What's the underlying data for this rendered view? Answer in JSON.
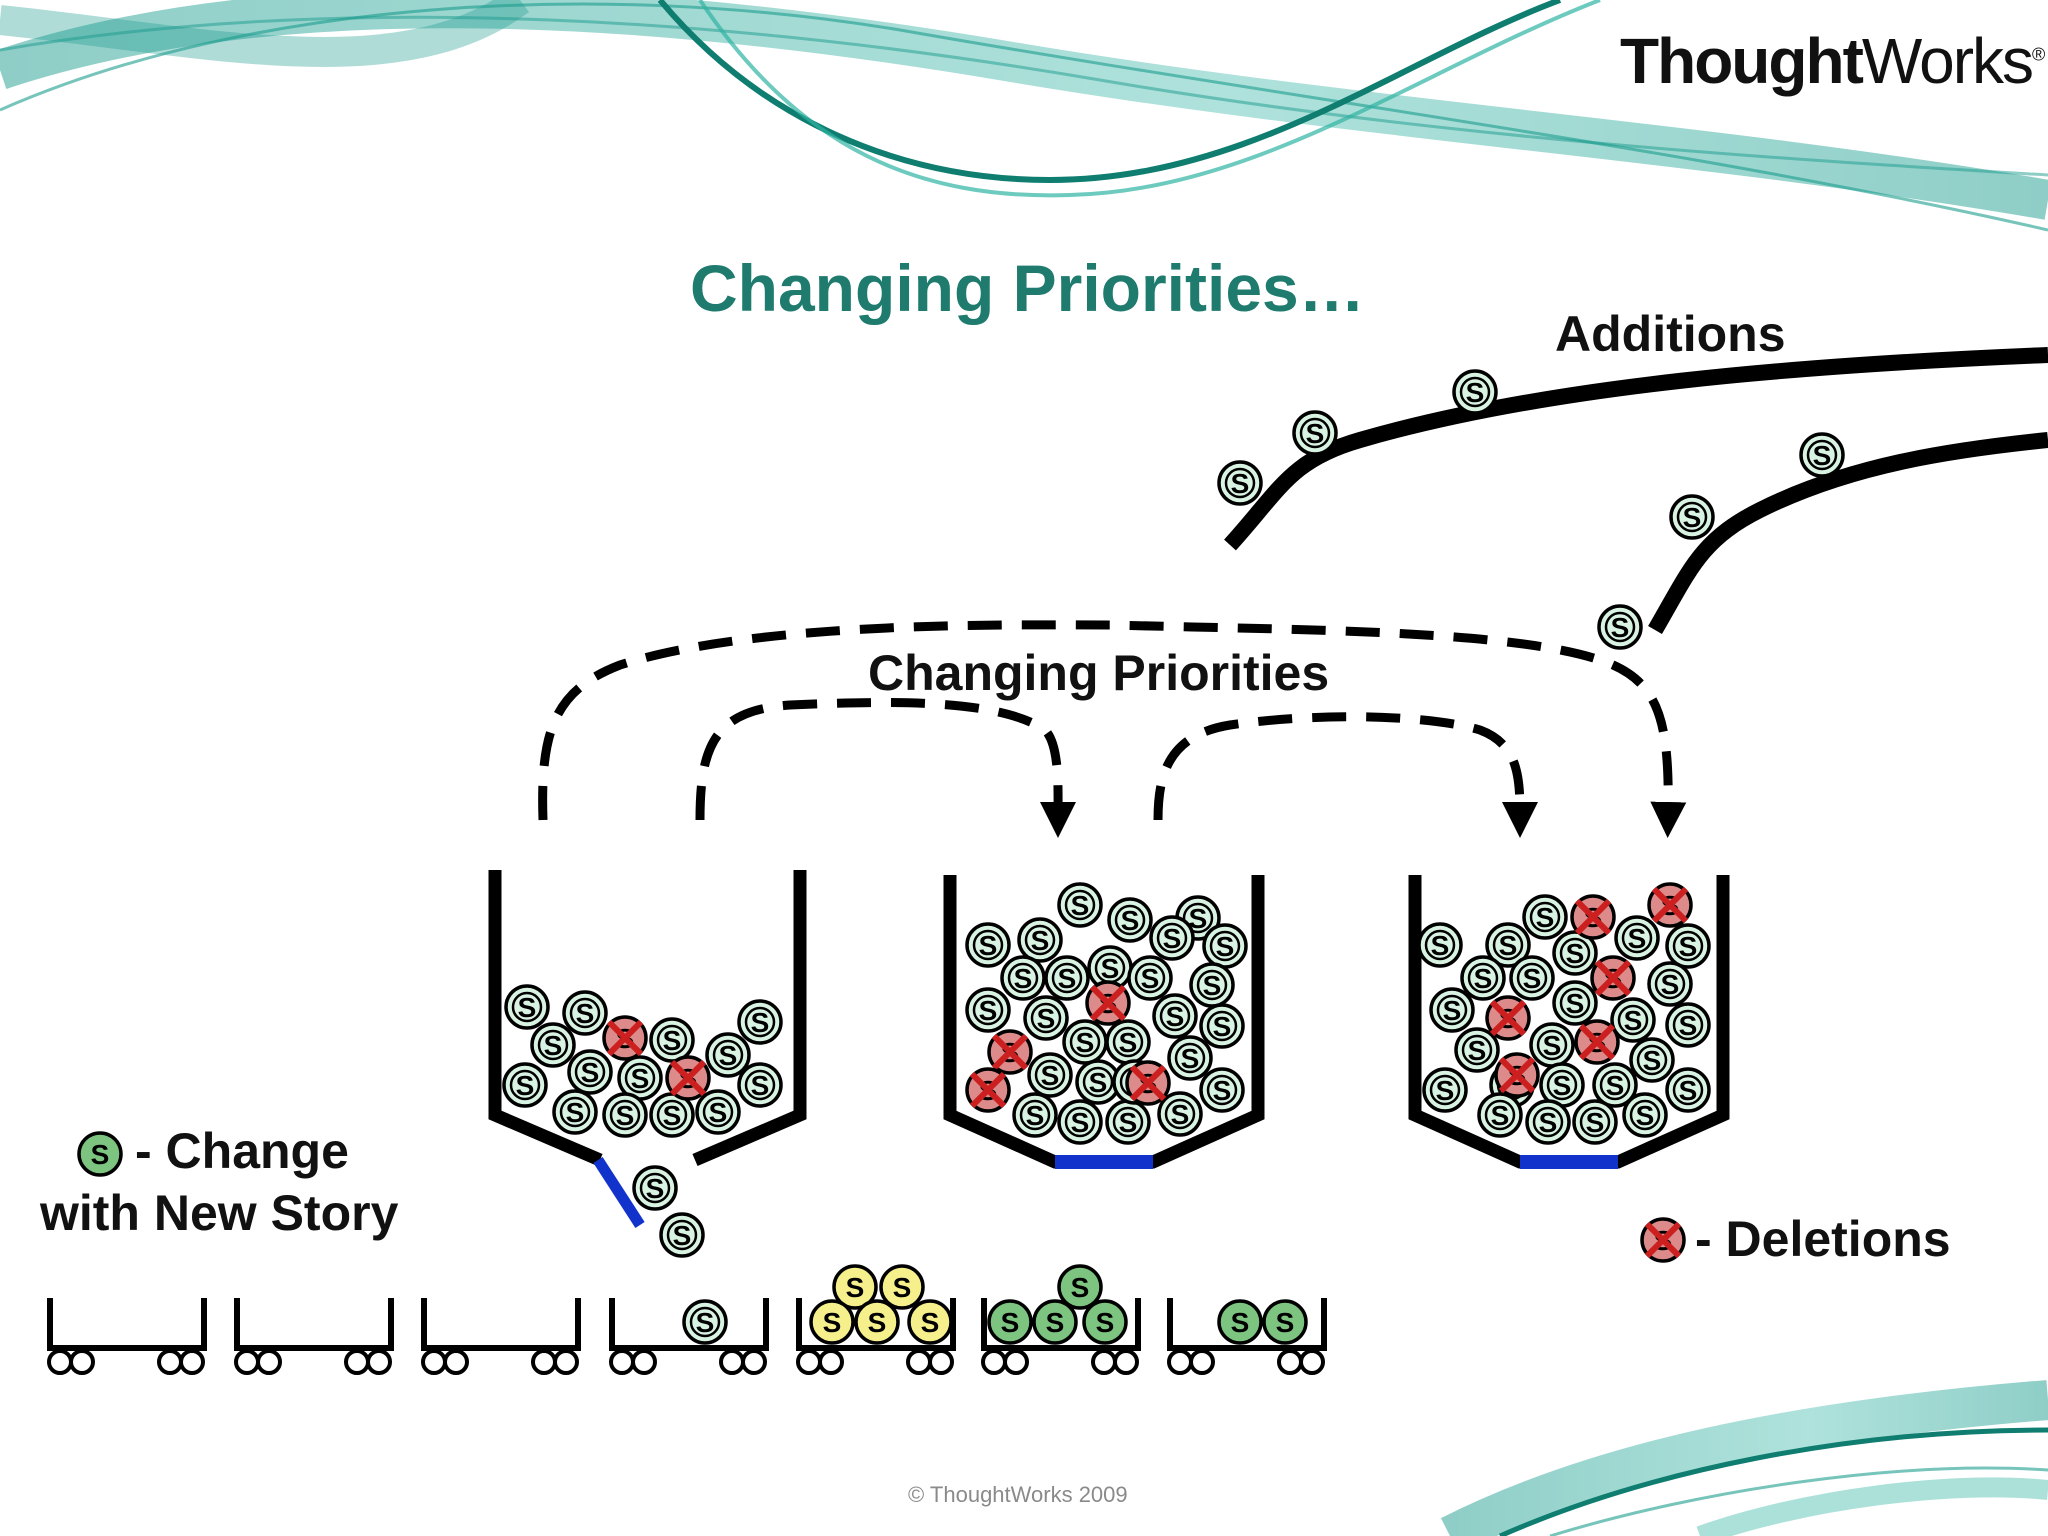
{
  "slide": {
    "title": "Changing Priorities…",
    "logo": {
      "bold": "Thought",
      "light": "Works",
      "mark": "®"
    },
    "copyright": "© ThoughtWorks 2009"
  },
  "diagram": {
    "additions_label": "Additions",
    "priorities_label": "Changing Priorities",
    "story_symbol": "S",
    "legend": {
      "change_line1": "- Change",
      "change_line2": "with New Story",
      "deletions": "- Deletions"
    }
  },
  "colors": {
    "title": "#1e7b6e",
    "teal_wave": "#1c9c8e",
    "story_fill": "#d9f3e3",
    "deleted_fill": "#dc8a8a",
    "deleted_mark": "#cc1f1f",
    "change_story_fill": "#7cc47f",
    "yellow_story_fill": "#f6f08c",
    "gate": "#1133cc"
  },
  "icons": {
    "story": "story-ball-icon",
    "deleted_story": "deleted-story-icon",
    "arrow": "arrow-down-icon",
    "cart": "cart-icon"
  }
}
